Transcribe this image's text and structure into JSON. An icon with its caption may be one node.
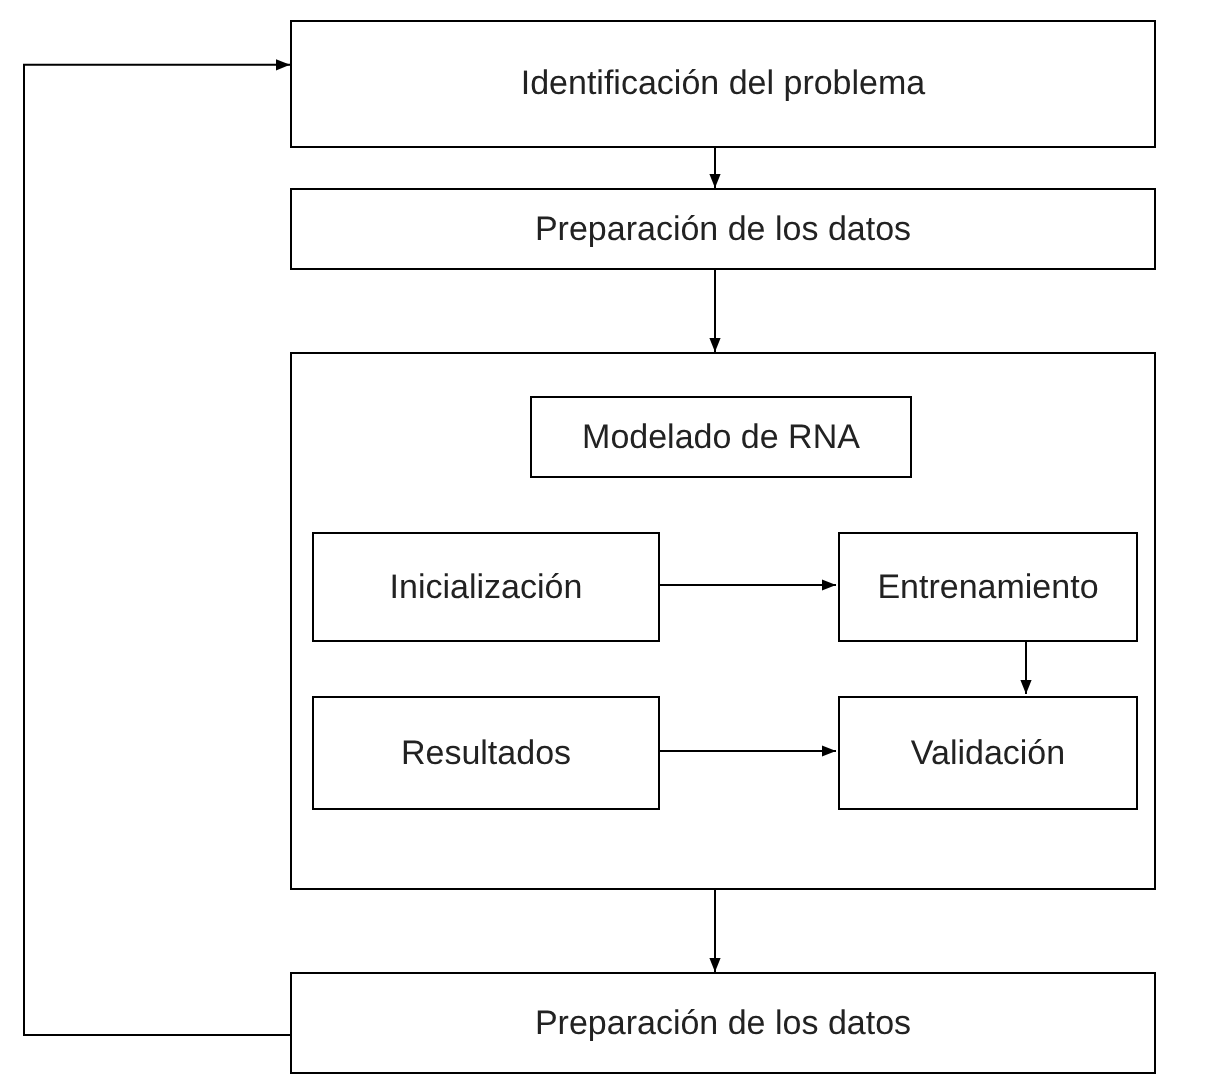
{
  "diagram": {
    "nodes": [
      {
        "text": [
          "Identificación del problema"
        ]
      },
      {
        "text": [
          "Preparación de los datos"
        ]
      },
      {
        "text": [],
        "shape": "box"
      },
      {
        "text": [
          "Modelado de RNA"
        ],
        "in": 2
      },
      {
        "text": [
          "Inicialización"
        ],
        "in": 2
      },
      {
        "text": [
          "Entrenamiento"
        ],
        "in": 2
      },
      {
        "text": [
          "Resultados"
        ],
        "in": 2
      },
      {
        "text": [
          "Validación"
        ],
        "in": 2
      },
      {
        "text": [
          "Preparación de los datos"
        ]
      }
    ],
    "edges": [
      {
        "from": 0,
        "to": 1,
        "arrow": "to"
      },
      {
        "from": 1,
        "to": 2,
        "arrow": "to"
      },
      {
        "from": 4,
        "to": 5,
        "arrow": "to"
      },
      {
        "from": 5,
        "to": 7,
        "arrow": "to"
      },
      {
        "from": 6,
        "to": 7,
        "arrow": "to"
      },
      {
        "from": 2,
        "to": 8,
        "arrow": "to"
      },
      {
        "from": 8,
        "to": 0,
        "arrow": "to"
      }
    ]
  }
}
